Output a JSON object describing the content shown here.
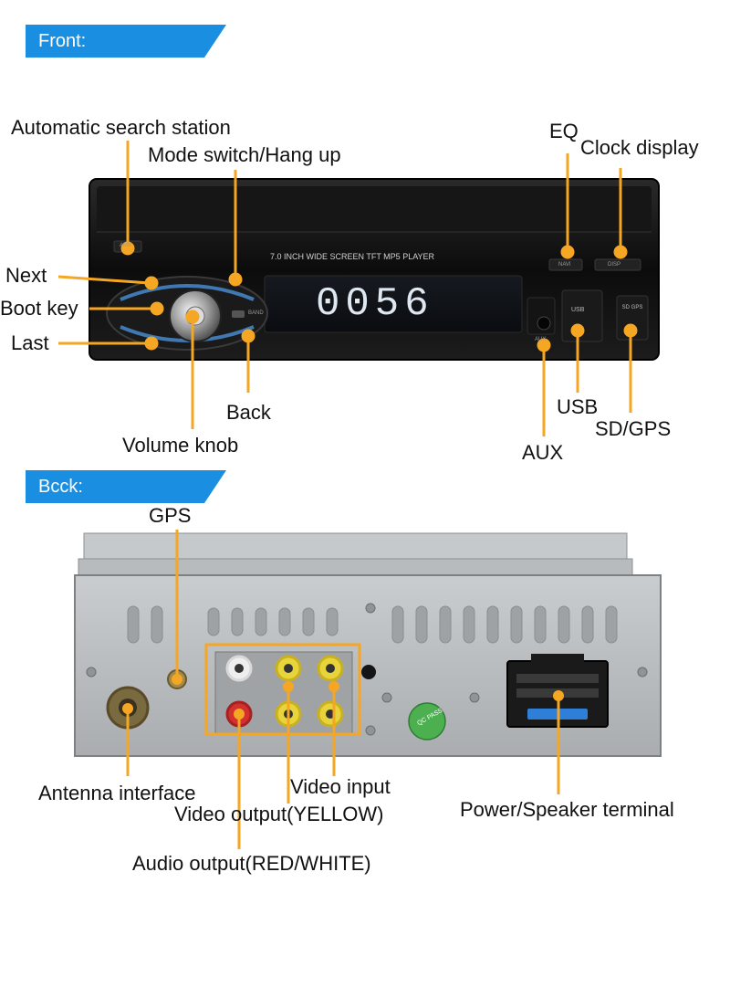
{
  "colors": {
    "accent": "#1a8ee0",
    "callout": "#f5a623",
    "panel": "#111111",
    "display": "#dfe8f0",
    "chassis": "#b8bcbf"
  },
  "sections": {
    "front": {
      "title": "Front:"
    },
    "back": {
      "title": "Bcck:"
    }
  },
  "device_front": {
    "model_text": "7.0 INCH WIDE SCREEN TFT  MP5  PLAYER",
    "display_value": "0056",
    "buttons": {
      "ams": "AMS",
      "band": "BAND",
      "navi": "NAVI",
      "disp": "DISP",
      "usb": "USB",
      "sd_gps": "SD GPS",
      "aux": "AUX"
    }
  },
  "device_back": {
    "pass_sticker": "QC PASS"
  },
  "front_labels": {
    "auto_search": "Automatic search station",
    "mode_switch": "Mode switch/Hang up",
    "next": "Next",
    "boot_key": "Boot key",
    "last": "Last",
    "back": "Back",
    "volume_knob": "Volume knob",
    "eq": "EQ",
    "clock_display": "Clock display",
    "usb": "USB",
    "sd_gps": "SD/GPS",
    "aux": "AUX"
  },
  "back_labels": {
    "gps": "GPS",
    "antenna": "Antenna interface",
    "video_input": "Video input",
    "video_output": "Video output(YELLOW)",
    "audio_output": "Audio output(RED/WHITE)",
    "power_speaker": "Power/Speaker terminal"
  }
}
